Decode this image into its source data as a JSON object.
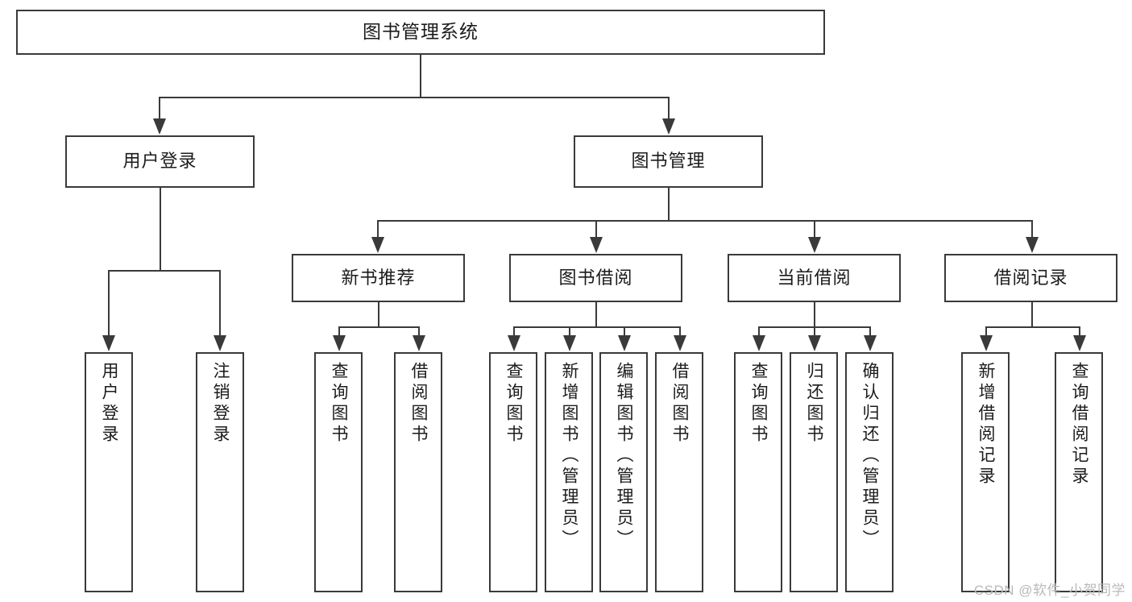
{
  "diagram": {
    "type": "tree",
    "title": "图书管理系统",
    "root": {
      "label": "图书管理系统",
      "children": [
        {
          "label": "用户登录",
          "children": [
            {
              "label": "用户登录"
            },
            {
              "label": "注销登录"
            }
          ]
        },
        {
          "label": "图书管理",
          "children": [
            {
              "label": "新书推荐",
              "children": [
                {
                  "label": "查询图书"
                },
                {
                  "label": "借阅图书"
                }
              ]
            },
            {
              "label": "图书借阅",
              "children": [
                {
                  "label": "查询图书"
                },
                {
                  "label": "新增图书（管理员）"
                },
                {
                  "label": "编辑图书（管理员）"
                },
                {
                  "label": "借阅图书"
                }
              ]
            },
            {
              "label": "当前借阅",
              "children": [
                {
                  "label": "查询图书"
                },
                {
                  "label": "归还图书"
                },
                {
                  "label": "确认归还（管理员）"
                }
              ]
            },
            {
              "label": "借阅记录",
              "children": [
                {
                  "label": "新增借阅记录"
                },
                {
                  "label": "查询借阅记录"
                }
              ]
            }
          ]
        }
      ]
    }
  },
  "nodes": {
    "root": "图书管理系统",
    "l2": {
      "user_login": "用户登录",
      "book_manage": "图书管理"
    },
    "l3": {
      "new_book_rec": "新书推荐",
      "book_borrow": "图书借阅",
      "current_borrow": "当前借阅",
      "borrow_record": "借阅记录"
    },
    "leaves": {
      "user_login_1": "用户登录",
      "user_login_2": "注销登录",
      "rec_1": "查询图书",
      "rec_2": "借阅图书",
      "borrow_1": "查询图书",
      "borrow_2": "新增图书（管理员）",
      "borrow_3": "编辑图书（管理员）",
      "borrow_4": "借阅图书",
      "cur_1": "查询图书",
      "cur_2": "归还图书",
      "cur_3": "确认归还（管理员）",
      "rec_log_1": "新增借阅记录",
      "rec_log_2": "查询借阅记录"
    }
  },
  "watermark": {
    "text": "CSDN @软件_小贺同学"
  },
  "colors": {
    "stroke": "#3a3a3a",
    "text": "#1b1b1b",
    "background": "#ffffff",
    "watermark": "#b9b9b9"
  }
}
